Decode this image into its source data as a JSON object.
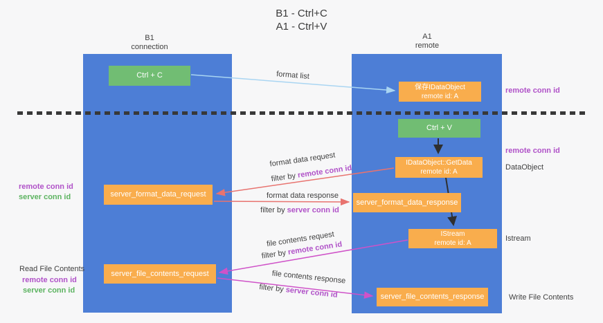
{
  "title": {
    "line1": "B1 - Ctrl+C",
    "line2": "A1 - Ctrl+V"
  },
  "lanes": {
    "left": {
      "name": "B1",
      "role": "connection"
    },
    "right": {
      "name": "A1",
      "role": "remote"
    }
  },
  "nodes": {
    "ctrl_c": {
      "label": "Ctrl + C"
    },
    "ctrl_v": {
      "label": "Ctrl + V"
    },
    "save_idataobject": {
      "line1": "保存IDataObject",
      "line2": "remote id: A"
    },
    "idataobject_getdata": {
      "line1": "IDataObject::GetData",
      "line2": "remote id: A"
    },
    "istream": {
      "line1": "IStream",
      "line2": "remote id: A"
    },
    "server_format_data_request": {
      "label": "server_format_data_request"
    },
    "server_format_data_response": {
      "label": "server_format_data_response"
    },
    "server_file_contents_request": {
      "label": "server_file_contents_request"
    },
    "server_file_contents_response": {
      "label": "server_file_contents_response"
    }
  },
  "edge_labels": {
    "format_list": "format list",
    "format_data_request": "format data request",
    "format_data_response": "format data response",
    "file_contents_request": "file contents request",
    "file_contents_response": "file contents response",
    "filter_by": "filter by ",
    "remote_conn_id": "remote conn id",
    "server_conn_id": "server conn id"
  },
  "side_labels": {
    "right_remote_conn_id_top": "remote conn id",
    "right_remote_conn_id_mid": "remote conn id",
    "right_dataobject": "DataObject",
    "right_istream": "Istream",
    "right_write_file_contents": "Write File Contents",
    "left_remote_conn_id_top": "remote conn id",
    "left_server_conn_id_top": "server conn id",
    "left_read_file_contents": "Read File Contents",
    "left_remote_conn_id_bottom": "remote conn id",
    "left_server_conn_id_bottom": "server conn id"
  },
  "colors": {
    "lane_blue": "#4d7ed6",
    "node_green": "#71bd73",
    "node_orange": "#f9ad4d",
    "arrow_light_blue": "#a9d5f2",
    "arrow_red": "#e8736f",
    "arrow_magenta": "#cf52c8",
    "arrow_black": "#2f2f2f",
    "text_purple": "#b052c8",
    "text_green": "#5cb360",
    "text_dark": "#3f3f3f",
    "background": "#f7f7f8"
  }
}
